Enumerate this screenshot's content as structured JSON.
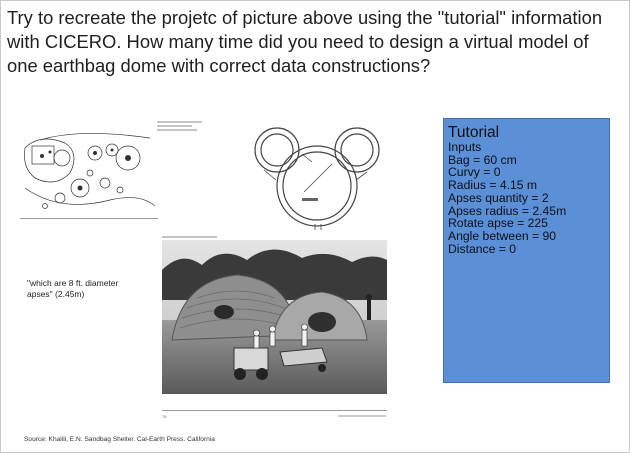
{
  "question": "Try to recreate the projetc of picture above using the \"tutorial\" information with CICERO. How many time did you need to design a virtual model of one earthbag dome with correct data constructions?",
  "slide": {
    "quote": "\"which are 8 ft. diameter apses\" (2.45m)",
    "source": "Source: Khalili, E.N. Sandbag Shelter. Cal-Earth Press. California",
    "page_number": "76",
    "tutorial": {
      "title": "Tutorial",
      "lines": [
        "Inputs",
        "Bag = 60 cm",
        "Curvy = 0",
        "Radius = 4.15 m",
        "Apses quantity = 2",
        "Apses radius = 2.45m",
        "Rotate apse = 225",
        "Angle between = 90",
        "Distance = 0"
      ]
    }
  },
  "colors": {
    "tutorial_bg": "#5b8fd6",
    "text": "#1f1f1f"
  }
}
